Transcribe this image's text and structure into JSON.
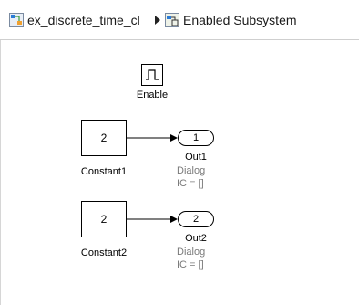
{
  "breadcrumb": {
    "model_name": "ex_discrete_time_cl",
    "subsystem_name": "Enabled Subsystem"
  },
  "blocks": {
    "enable": {
      "label": "Enable"
    },
    "constant1": {
      "value": "2",
      "label": "Constant1"
    },
    "constant2": {
      "value": "2",
      "label": "Constant2"
    },
    "out1": {
      "port_number": "1",
      "label": "Out1",
      "annotation_line1": "Dialog",
      "annotation_line2": "IC = []"
    },
    "out2": {
      "port_number": "2",
      "label": "Out2",
      "annotation_line1": "Dialog",
      "annotation_line2": "IC = []"
    }
  },
  "colors": {
    "accent_icon": "#2b7bd6",
    "icon_green": "#3c9a3c",
    "annotation_gray": "#7a7a7a"
  },
  "icons": {
    "model": "model-icon",
    "subsystem": "subsystem-icon",
    "separator": "chevron-right-icon",
    "enable": "enable-pulse-icon"
  }
}
